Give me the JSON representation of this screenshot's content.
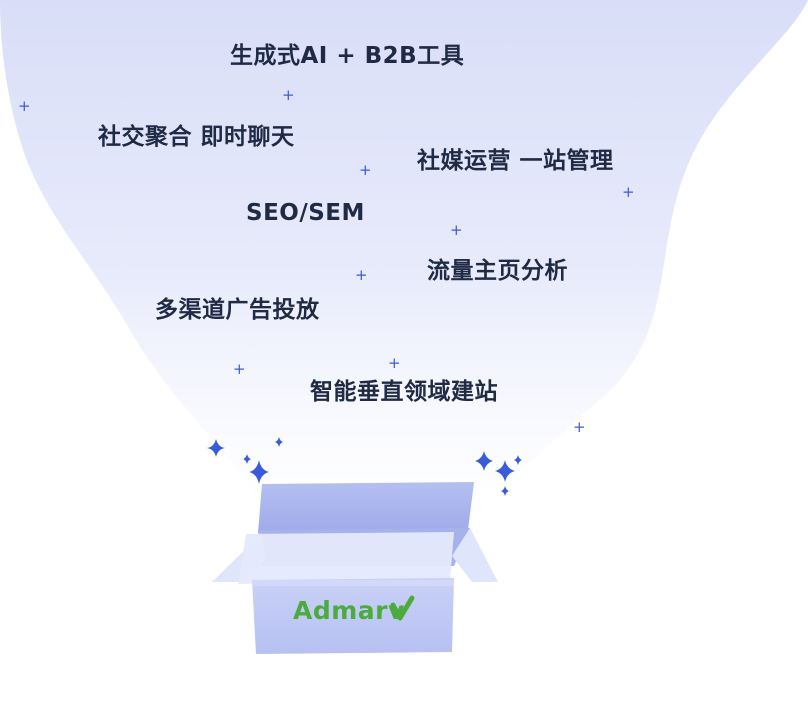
{
  "features": {
    "f1": "生成式AI + B2B工具",
    "f2": "社交聚合 即时聊天",
    "f3": "社媒运营 一站管理",
    "f4": "SEO/SEM",
    "f5": "流量主页分析",
    "f6": "多渠道广告投放",
    "f7": "智能垂直领域建站"
  },
  "brand": {
    "name": "Admarv"
  },
  "colors": {
    "text": "#1f2a44",
    "accent": "#3a5bd9",
    "brand": "#4bab3c",
    "box": "#c4cdf7"
  },
  "icons": {
    "sparkle": "four-point-star",
    "plus": "+"
  }
}
